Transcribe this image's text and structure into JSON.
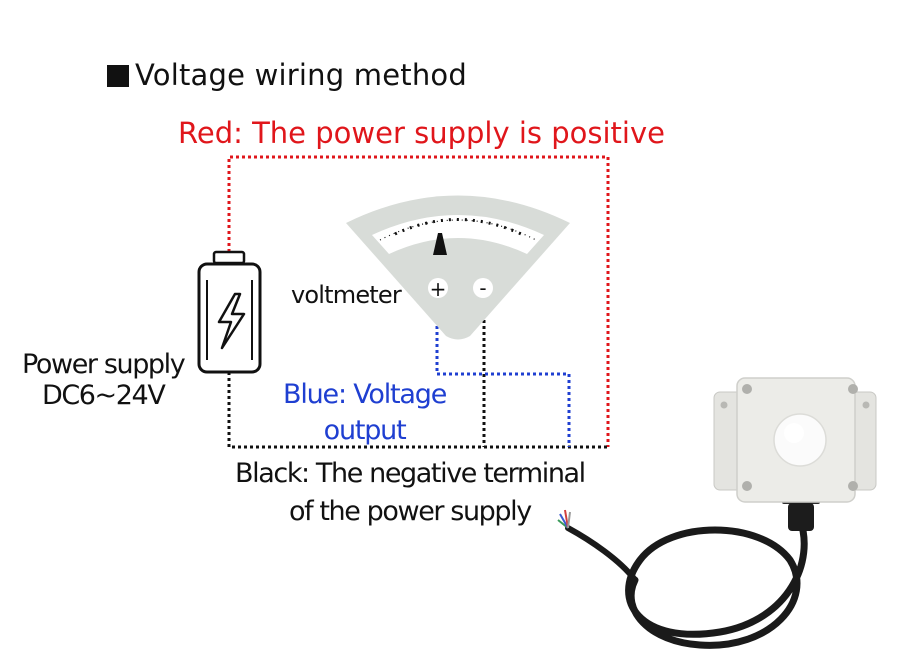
{
  "title": "Voltage wiring method",
  "labels": {
    "red": "Red: The power supply is positive",
    "voltmeter": "voltmeter",
    "power_supply_line1": "Power supply",
    "power_supply_line2": "DC6~24V",
    "blue_line1": "Blue: Voltage",
    "blue_line2": "output",
    "black_line1": "Black: The negative terminal",
    "black_line2": "of the power supply"
  },
  "meter": {
    "plus_symbol": "+",
    "minus_symbol": "-"
  },
  "colors": {
    "red_wire": "#e0161b",
    "blue_wire": "#1f3fd1",
    "black_wire": "#111111",
    "meter_face": "#d8dcd8",
    "sensor_body": "#ecece8"
  },
  "icons": {
    "battery": "battery-lightning-icon",
    "meter": "analog-voltmeter-icon",
    "sensor": "light-sensor-device"
  }
}
